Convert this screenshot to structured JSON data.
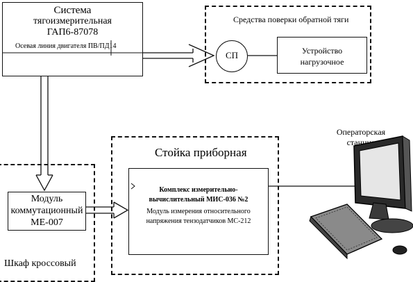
{
  "gap_system": {
    "title_line1": "Система",
    "title_line2": "тягоизмерительная",
    "title_line3": "ГАП6-87078",
    "axis_label": "Осевая линия двигателя ПВ/ПД14"
  },
  "reverse_thrust_group": {
    "title": "Средства поверки обратной тяги",
    "sp_label": "СП",
    "loading_device_line1": "Устройство",
    "loading_device_line2": "нагрузочное"
  },
  "instrument_rack": {
    "title": "Стойка приборная",
    "complex_line1": "Комплекс измерительно-",
    "complex_line2": "вычислительный МИС-036 №2",
    "module_line1": "Модуль измерения относительного",
    "module_line2": "напряжения тензодатчиков  МС-212"
  },
  "cross_cabinet": {
    "title": "Шкаф кроссовый",
    "module_line1": "Модуль",
    "module_line2": "коммутационный",
    "module_line3": "МЕ-007"
  },
  "operator_station": {
    "line1": "Операторская",
    "line2": "станция"
  }
}
